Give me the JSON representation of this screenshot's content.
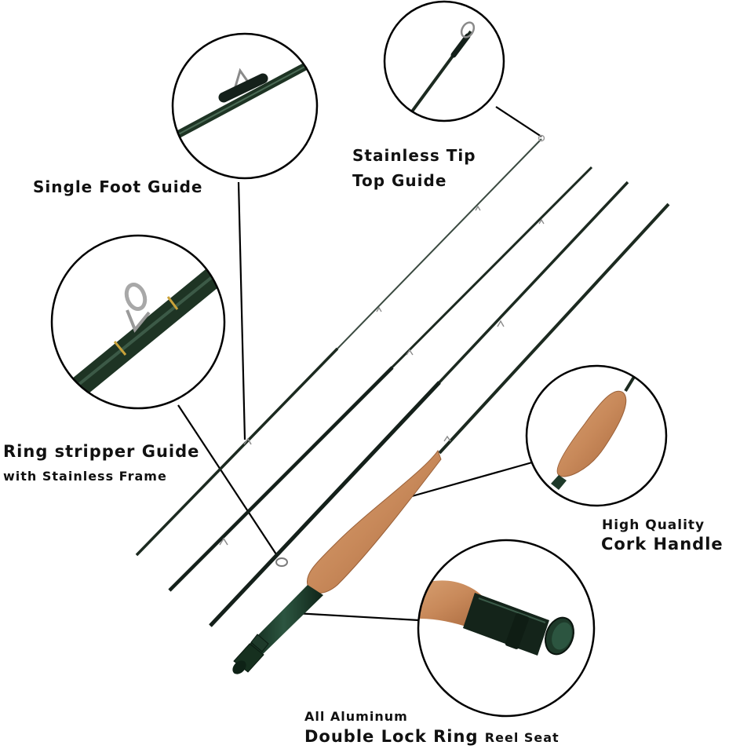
{
  "labels": {
    "single_foot_guide": "Single Foot Guide",
    "tip_top_line1": "Stainless Tip",
    "tip_top_line2": "Top Guide",
    "ring_stripper_line1": "Ring stripper Guide",
    "ring_stripper_line2": "with Stainless Frame",
    "cork_line1": "High Quality",
    "cork_line2": "Cork Handle",
    "aluminum_line1": "All Aluminum",
    "aluminum_line2": "Double Lock Ring",
    "aluminum_line2_suffix": "Reel Seat"
  },
  "colors": {
    "rod_blank": "#1c2a20",
    "cork": "#c8895a",
    "reel_seat": "#1e3a2a",
    "callout_ring": "#000000",
    "label_text": "#111111"
  },
  "icons": [
    "single-foot-guide-zoom",
    "tip-top-guide-zoom",
    "ring-stripper-guide-zoom",
    "cork-handle-zoom",
    "reel-seat-zoom"
  ]
}
